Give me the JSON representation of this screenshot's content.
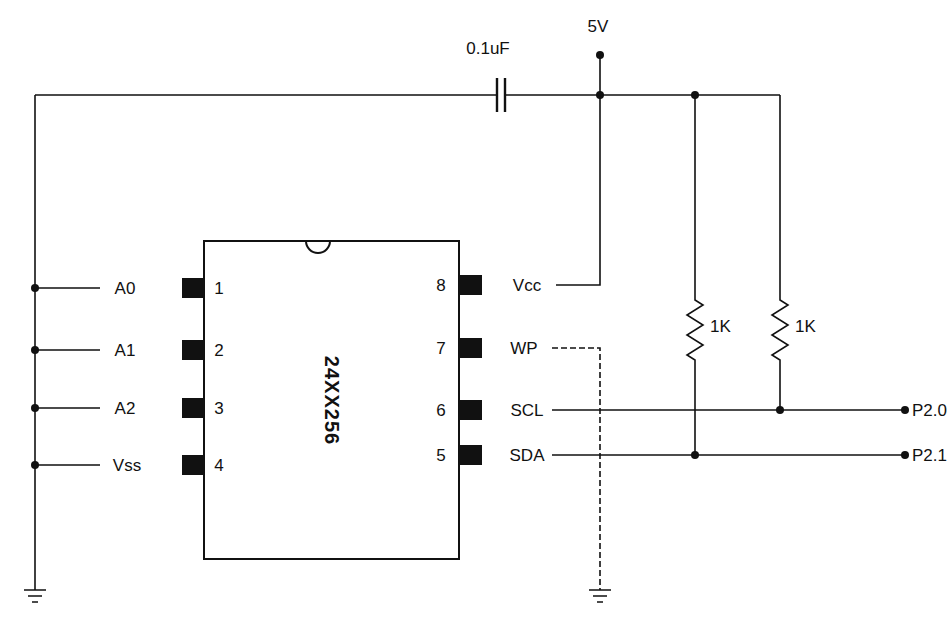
{
  "diagram": {
    "nodes": [
      {
        "text": [
          "24XX256"
        ]
      }
    ],
    "labels": [
      "5V",
      "0.1uF",
      "A0",
      "1",
      "A1",
      "2",
      "A2",
      "3",
      "Vss",
      "4",
      "8",
      "Vcc",
      "7",
      "WP",
      "6",
      "SCL",
      "5",
      "SDA",
      "1K",
      "1K",
      "P2.0",
      "P2.1"
    ]
  }
}
